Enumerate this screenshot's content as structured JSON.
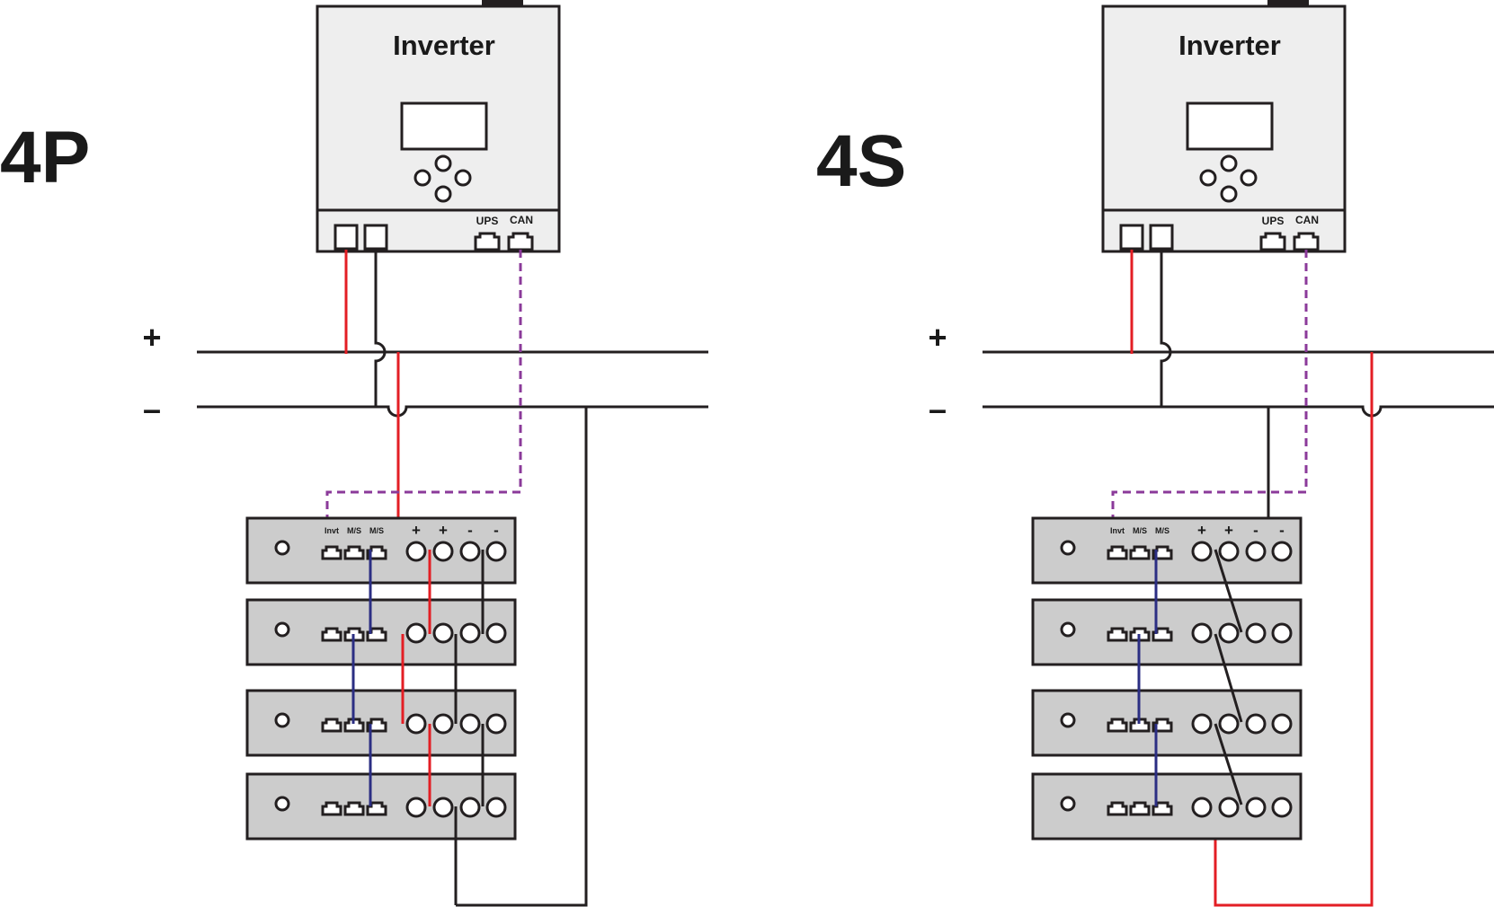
{
  "diagrams": [
    {
      "id": "parallel",
      "title": "4P",
      "inverter_label": "Inverter",
      "port_labels": {
        "ups": "UPS",
        "can": "CAN"
      },
      "bus_labels": {
        "plus": "+",
        "minus": "–"
      },
      "battery_port_labels": [
        "Invt",
        "M/S",
        "M/S"
      ],
      "battery_terminal_labels": [
        "+",
        "+",
        "-",
        "-"
      ],
      "battery_count": 4
    },
    {
      "id": "series",
      "title": "4S",
      "inverter_label": "Inverter",
      "port_labels": {
        "ups": "UPS",
        "can": "CAN"
      },
      "bus_labels": {
        "plus": "+",
        "minus": "–"
      },
      "battery_port_labels": [
        "Invt",
        "M/S",
        "M/S"
      ],
      "battery_terminal_labels": [
        "+",
        "+",
        "-",
        "-"
      ],
      "battery_count": 4
    }
  ],
  "colors": {
    "positive_wire": "#e31e24",
    "negative_wire": "#1a1a1a",
    "can_wire": "#8b3a9a",
    "link_wire": "#2b2e83",
    "inverter_fill": "#eeeeee",
    "battery_fill": "#cccccc",
    "outline": "#231f20"
  }
}
